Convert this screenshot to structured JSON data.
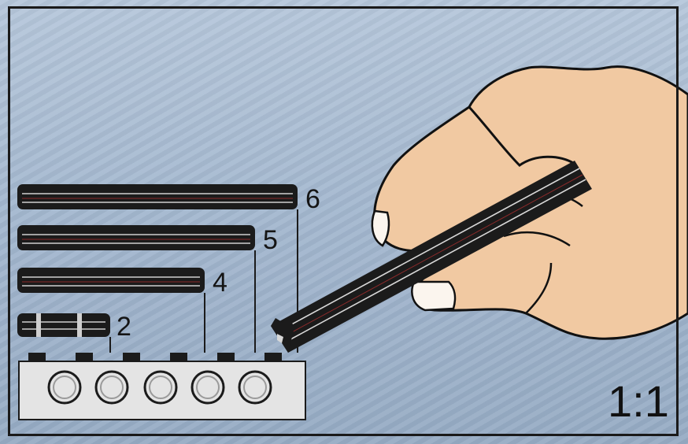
{
  "axle_labels": {
    "six": "6",
    "five": "5",
    "four": "4",
    "two": "2"
  },
  "scale": "1:1",
  "colors": {
    "background": "#a4b8cf",
    "axle": "#1b1b1b",
    "axle_highlight": "#d8d8d8",
    "brick": "#e2e2e2",
    "skin": "#f1c9a2",
    "outline": "#111111"
  }
}
